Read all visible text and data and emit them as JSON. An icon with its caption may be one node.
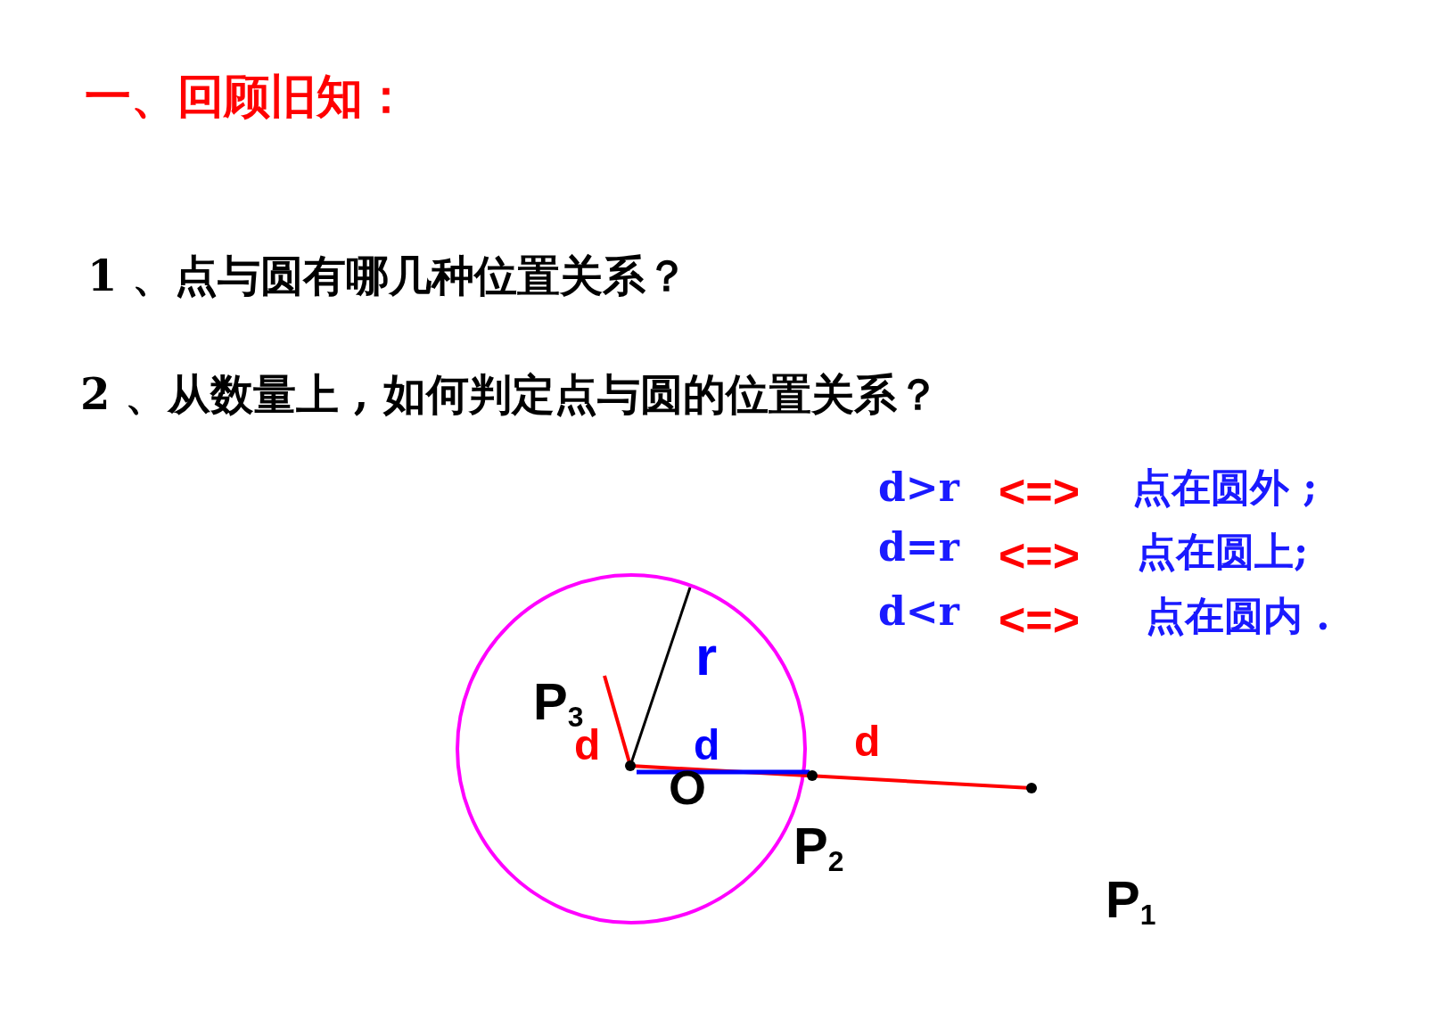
{
  "diagram": {
    "title": "一、回顾旧知：",
    "labels": [
      "1 、点与圆有哪几种位置关系？",
      "2 、从数量上 , 如何判定点与圆的位置关系？",
      "d>r",
      "<=>",
      "点在圆外 ;",
      "d=r",
      "<=>",
      "点在圆上;",
      "d<r",
      "<=>",
      "点在圆内 .",
      "r",
      "P$_{3}$",
      "d",
      "d",
      "d",
      "O",
      "P$_{2}$",
      "P$_{1}$"
    ]
  }
}
